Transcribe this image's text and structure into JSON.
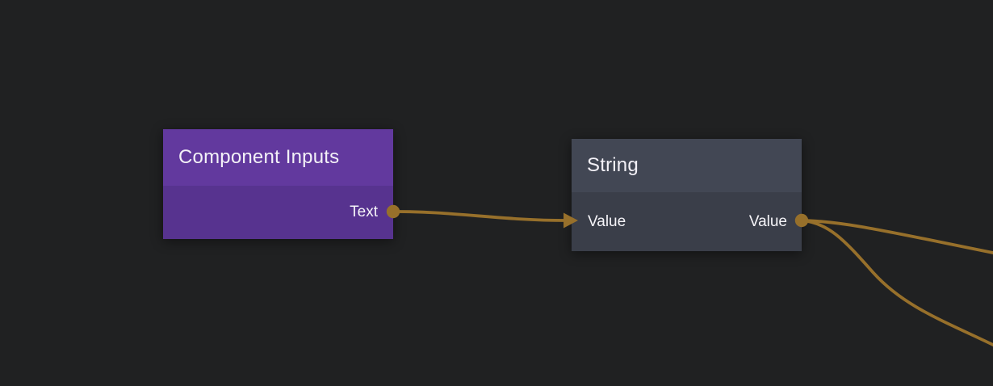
{
  "graph": {
    "background_color": "#202122",
    "wire_color": "#97702b",
    "nodes": [
      {
        "title": "Component Inputs",
        "header_color": "#62399e",
        "body_color": "#57338f",
        "inputs": [],
        "outputs": [
          {
            "label": "Text"
          }
        ]
      },
      {
        "title": "String",
        "header_color": "#424754",
        "body_color": "#3a3e49",
        "inputs": [
          {
            "label": "Value"
          }
        ],
        "outputs": [
          {
            "label": "Value"
          }
        ]
      }
    ],
    "connections": [
      {
        "from": "Component Inputs / Text",
        "to": "String / Value"
      },
      {
        "from": "String / Value",
        "to": "off-screen right (upper wire)"
      },
      {
        "from": "String / Value",
        "to": "off-screen right (lower wire)"
      }
    ]
  }
}
